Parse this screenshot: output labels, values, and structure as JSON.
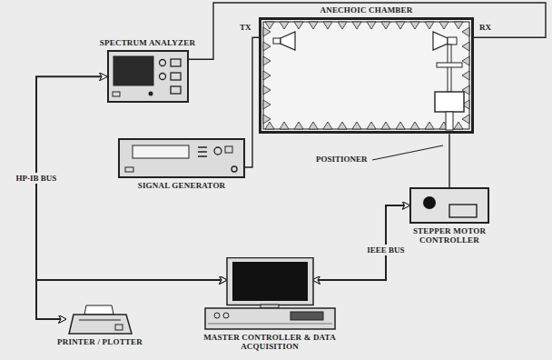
{
  "diagram": {
    "nodes": [
      {
        "text": [
          "SPECTRUM ANALYZER"
        ]
      },
      {
        "text": [
          "ANECHOIC CHAMBER"
        ]
      },
      {
        "text": [
          "SIGNAL GENERATOR"
        ]
      },
      {
        "text": [
          "STEPPER MOTOR CONTROLLER"
        ]
      },
      {
        "text": [
          "MASTER CONTROLLER & DATA ACQUISITION"
        ]
      },
      {
        "text": [
          "PRINTER / PLOTTER"
        ]
      }
    ],
    "edges": [
      {
        "from": 2,
        "to": 1,
        "arrow": "none"
      },
      {
        "from": 0,
        "to": 1,
        "arrow": "none"
      },
      {
        "from": 4,
        "to": 0,
        "label": "HP-IB BUS",
        "arrow": "both"
      },
      {
        "from": 4,
        "to": 5,
        "arrow": "both"
      },
      {
        "from": 4,
        "to": 3,
        "label": "IEEE BUS",
        "arrow": "both"
      },
      {
        "from": 3,
        "to": 1,
        "arrow": "none"
      }
    ],
    "labels": [
      "TX",
      "RX",
      "POSITIONER"
    ]
  }
}
